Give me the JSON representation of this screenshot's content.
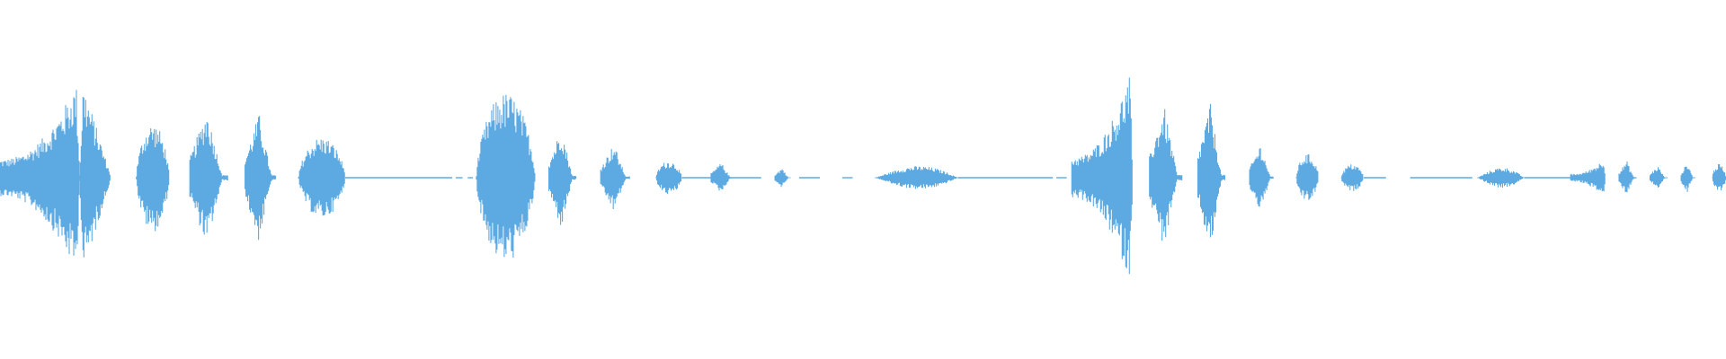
{
  "waveform": {
    "color": "#5DA9E1",
    "background": "#FFFFFF",
    "segments": [
      {
        "start": 0.0,
        "end": 0.046,
        "peak": 0.6,
        "shape": "cresc"
      },
      {
        "start": 0.046,
        "end": 0.064,
        "peak": 0.56,
        "shape": "burst"
      },
      {
        "start": 0.079,
        "end": 0.098,
        "peak": 0.32,
        "shape": "blob"
      },
      {
        "start": 0.11,
        "end": 0.132,
        "peak": 0.4,
        "shape": "spike"
      },
      {
        "start": 0.142,
        "end": 0.16,
        "peak": 0.38,
        "shape": "spike"
      },
      {
        "start": 0.173,
        "end": 0.2,
        "peak": 0.24,
        "shape": "blob"
      },
      {
        "start": 0.276,
        "end": 0.31,
        "peak": 0.5,
        "shape": "blob"
      },
      {
        "start": 0.318,
        "end": 0.334,
        "peak": 0.3,
        "shape": "spike"
      },
      {
        "start": 0.348,
        "end": 0.365,
        "peak": 0.2,
        "shape": "spike"
      },
      {
        "start": 0.38,
        "end": 0.395,
        "peak": 0.1,
        "shape": "blob"
      },
      {
        "start": 0.412,
        "end": 0.425,
        "peak": 0.09,
        "shape": "spike"
      },
      {
        "start": 0.449,
        "end": 0.458,
        "peak": 0.06,
        "shape": "spike"
      },
      {
        "start": 0.507,
        "end": 0.555,
        "peak": 0.08,
        "shape": "swell"
      },
      {
        "start": 0.621,
        "end": 0.656,
        "peak": 0.66,
        "shape": "cresc"
      },
      {
        "start": 0.666,
        "end": 0.685,
        "peak": 0.42,
        "shape": "spike"
      },
      {
        "start": 0.694,
        "end": 0.71,
        "peak": 0.44,
        "shape": "spike"
      },
      {
        "start": 0.724,
        "end": 0.738,
        "peak": 0.2,
        "shape": "spike"
      },
      {
        "start": 0.751,
        "end": 0.764,
        "peak": 0.14,
        "shape": "blob"
      },
      {
        "start": 0.777,
        "end": 0.79,
        "peak": 0.08,
        "shape": "blob"
      },
      {
        "start": 0.856,
        "end": 0.883,
        "peak": 0.07,
        "shape": "swell"
      },
      {
        "start": 0.91,
        "end": 0.93,
        "peak": 0.12,
        "shape": "cresc"
      },
      {
        "start": 0.938,
        "end": 0.948,
        "peak": 0.1,
        "shape": "spike"
      },
      {
        "start": 0.956,
        "end": 0.966,
        "peak": 0.07,
        "shape": "spike"
      },
      {
        "start": 0.974,
        "end": 0.982,
        "peak": 0.09,
        "shape": "spike"
      },
      {
        "start": 0.992,
        "end": 1.0,
        "peak": 0.08,
        "shape": "blob"
      }
    ],
    "baseline_runs": [
      {
        "start": 0.2,
        "end": 0.262
      },
      {
        "start": 0.264,
        "end": 0.268
      },
      {
        "start": 0.271,
        "end": 0.274
      },
      {
        "start": 0.395,
        "end": 0.441
      },
      {
        "start": 0.463,
        "end": 0.475
      },
      {
        "start": 0.488,
        "end": 0.494
      },
      {
        "start": 0.555,
        "end": 0.61
      },
      {
        "start": 0.612,
        "end": 0.618
      },
      {
        "start": 0.79,
        "end": 0.803
      },
      {
        "start": 0.817,
        "end": 0.853
      },
      {
        "start": 0.883,
        "end": 0.91
      }
    ]
  }
}
